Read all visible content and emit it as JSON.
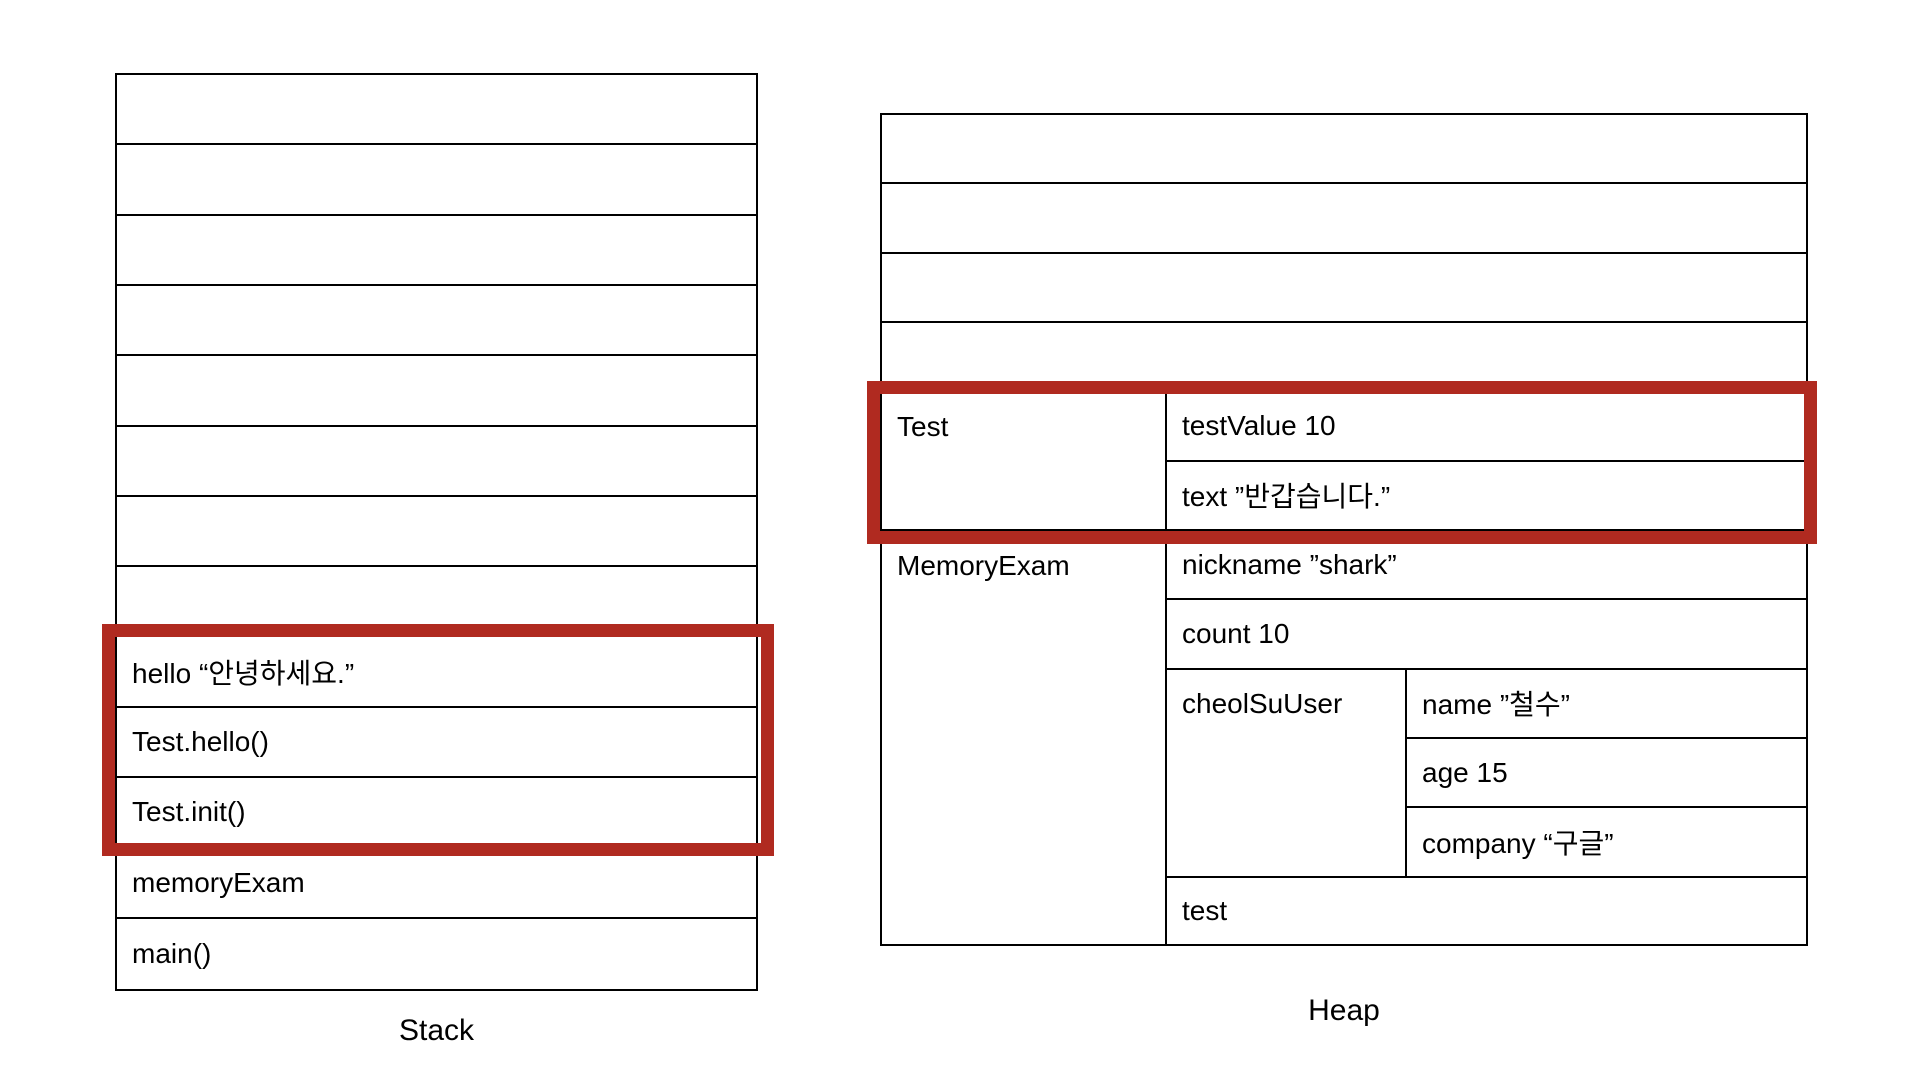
{
  "colors": {
    "highlight_red": "#B02A20",
    "line_black": "#000000",
    "background": "#FFFFFF"
  },
  "stack": {
    "label": "Stack",
    "rows": [
      "",
      "",
      "",
      "",
      "",
      "",
      "",
      "",
      "hello “안녕하세요.”",
      "Test.hello()",
      "Test.init()",
      "memoryExam",
      "main()"
    ],
    "highlighted_rows": [
      "hello “안녕하세요.”",
      "Test.hello()",
      "Test.init()"
    ]
  },
  "heap": {
    "label": "Heap",
    "empty_row_count": 4,
    "entries": [
      {
        "name": "Test",
        "highlighted": true,
        "fields": [
          "testValue 10",
          "text ”반갑습니다.”"
        ]
      },
      {
        "name": "MemoryExam",
        "highlighted": false,
        "fields": [
          "nickname ”shark”",
          "count 10"
        ],
        "nested_entry": {
          "name": "cheolSuUser",
          "fields": [
            "name ”철수”",
            "age 15",
            "company “구글”"
          ]
        },
        "trailing_fields": [
          "test"
        ]
      }
    ]
  }
}
